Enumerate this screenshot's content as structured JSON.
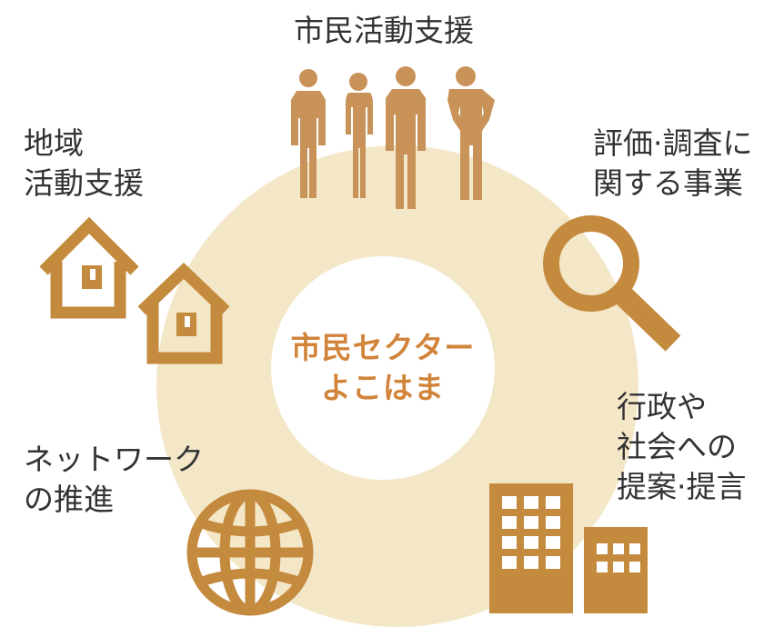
{
  "center": {
    "line1": "市民セクター",
    "line2": "よこはま"
  },
  "nodes": {
    "top": {
      "lines": [
        "市民活動支援"
      ],
      "icon": "people-silhouettes-icon"
    },
    "top_left": {
      "lines": [
        "地域",
        "活動支援"
      ],
      "icon": "houses-icon"
    },
    "top_right": {
      "lines": [
        "評価·調査に",
        "関する事業"
      ],
      "icon": "magnifier-icon"
    },
    "bottom_left": {
      "lines": [
        "ネットワーク",
        "の推進"
      ],
      "icon": "globe-icon"
    },
    "bottom_right": {
      "lines": [
        "行政や",
        "社会への",
        "提案·提言"
      ],
      "icon": "buildings-icon"
    }
  },
  "colors": {
    "accent": "#c48a3e",
    "center_text": "#d1843a",
    "ring": "#f3e7c8",
    "silhouette": "#c89258",
    "text": "#333333"
  }
}
